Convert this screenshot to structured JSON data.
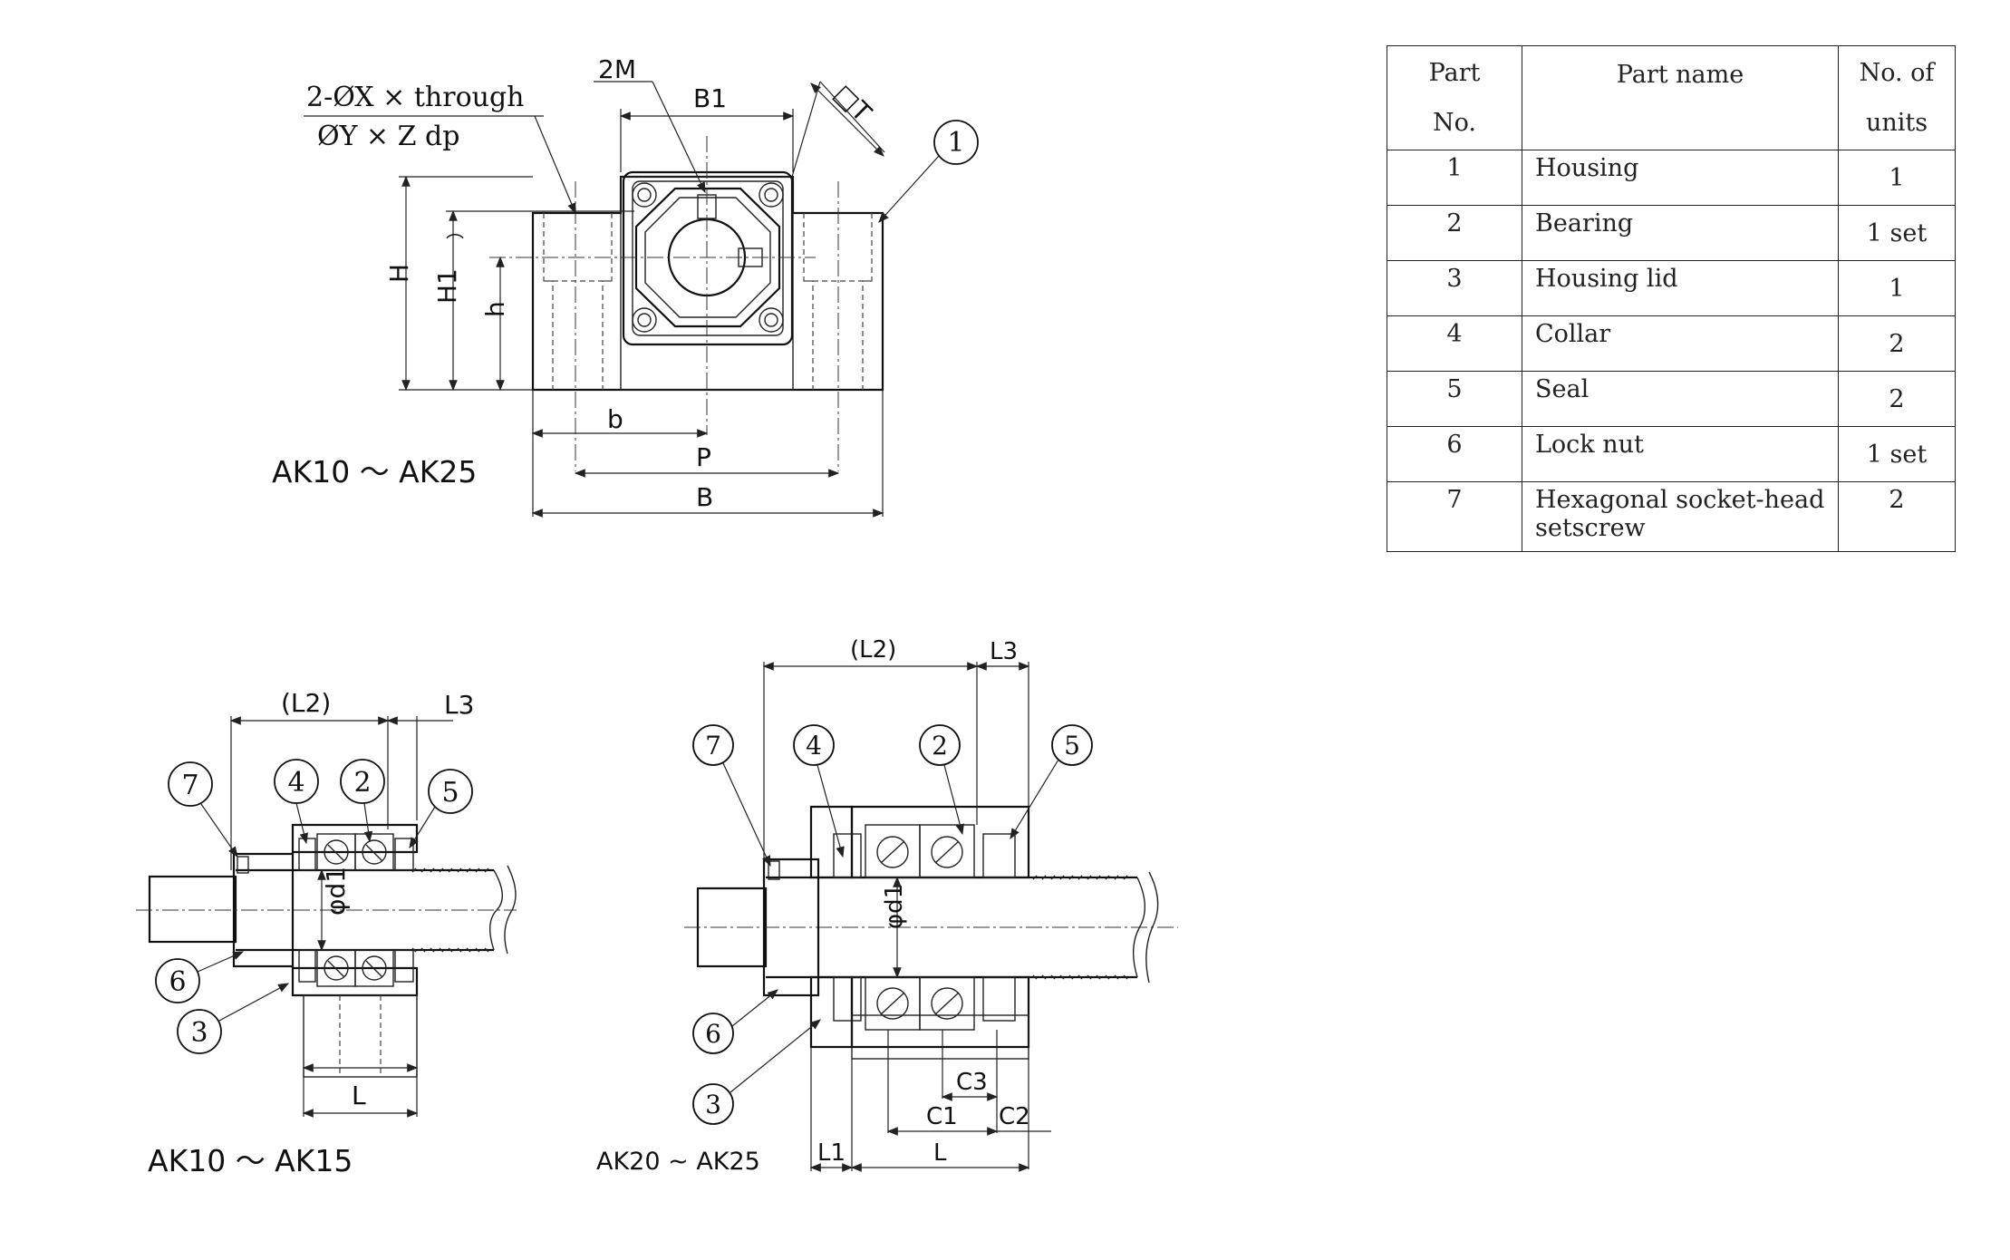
{
  "top_view": {
    "note_line1": "2-ØX × through",
    "note_line2": "ØY × Z dp",
    "label_2M": "2M",
    "label_B1": "B1",
    "label_T": "□T",
    "label_H": "H",
    "label_H1": "H1",
    "label_h": "h",
    "label_b": "b",
    "label_P": "P",
    "label_B": "B",
    "balloon_1": "1",
    "caption": "AK10 ～  AK25"
  },
  "small_section": {
    "label_L2": "(L2)",
    "label_L3": "L3",
    "label_d1": "φd1",
    "label_L": "L",
    "balloons": [
      "7",
      "4",
      "2",
      "5",
      "6",
      "3"
    ],
    "caption": "AK10 ～   AK15"
  },
  "large_section": {
    "label_L2": "(L2)",
    "label_L3": "L3",
    "label_d1": "φd1",
    "label_C3": "C3",
    "label_C1": "C1",
    "label_C2": "C2",
    "label_L1": "L1",
    "label_L": "L",
    "balloons": [
      "7",
      "4",
      "2",
      "5",
      "6",
      "3"
    ],
    "caption": "AK20 ~ AK25"
  },
  "parts_table": {
    "headers": {
      "part_no": "Part\nNo.",
      "part_name": "Part name",
      "units": "No. of\nunits"
    },
    "rows": [
      {
        "no": "1",
        "name": "Housing",
        "units": "1"
      },
      {
        "no": "2",
        "name": "Bearing",
        "units": "1 set"
      },
      {
        "no": "3",
        "name": "Housing lid",
        "units": "1"
      },
      {
        "no": "4",
        "name": "Collar",
        "units": "2"
      },
      {
        "no": "5",
        "name": "Seal",
        "units": "2"
      },
      {
        "no": "6",
        "name": "Lock nut",
        "units": "1 set"
      },
      {
        "no": "7",
        "name": "Hexagonal socket-head setscrew",
        "units": "2"
      }
    ]
  }
}
